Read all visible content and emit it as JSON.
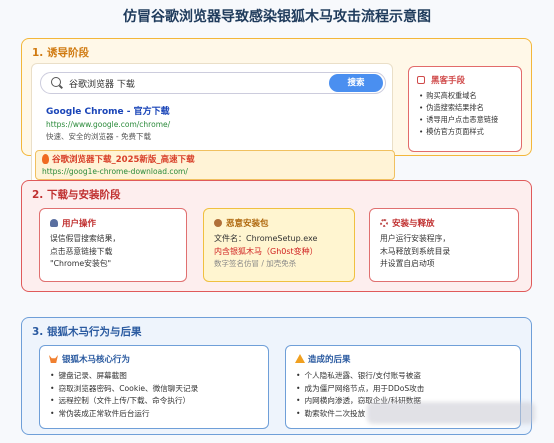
{
  "title": "仿冒谷歌浏览器导致感染银狐木马攻击流程示意图",
  "stage1": {
    "title": "1. 诱导阶段",
    "search": {
      "query": "谷歌浏览器 下载",
      "button": "搜索"
    },
    "result": {
      "title": "Google Chrome - 官方下载",
      "url": "https://www.google.com/chrome/",
      "desc": "快速、安全的浏览器 - 免费下载"
    },
    "ad": {
      "title": "谷歌浏览器下载_2025新版_高速下载",
      "url": "https://goog1e-chrome-download.com/"
    },
    "hacker": {
      "title": "黑客手段",
      "items": [
        "购买高权重域名",
        "伪造搜索结果排名",
        "诱导用户点击恶意链接",
        "模仿官方页面样式"
      ]
    }
  },
  "stage2": {
    "title": "2. 下载与安装阶段",
    "user": {
      "title": "用户操作",
      "lines": [
        "误信假冒搜索结果，",
        "点击恶意链接下载",
        "\"Chrome安装包\""
      ]
    },
    "malware": {
      "title": "恶意安装包",
      "name": "文件名：ChromeSetup.exe",
      "trojan": "内含银狐木马（Gh0st变种）",
      "note": "数字签名仿冒 / 加壳免杀"
    },
    "install": {
      "title": "安装与释放",
      "lines": [
        "用户运行安装程序，",
        "木马释放到系统目录",
        "并设置自启动项"
      ]
    }
  },
  "stage3": {
    "title": "3. 银狐木马行为与后果",
    "behavior": {
      "title": "银狐木马核心行为",
      "items": [
        "键盘记录、屏幕截图",
        "窃取浏览器密码、Cookie、微信聊天记录",
        "远程控制（文件上传/下载、命令执行）",
        "常伪装成正常软件后台运行"
      ]
    },
    "consequence": {
      "title": "造成的后果",
      "items": [
        "个人隐私泄露、银行/支付账号被盗",
        "成为僵尸网络节点，用于DDoS攻击",
        "内网横向渗透，窃取企业/科研数据",
        "勒索软件二次投放"
      ]
    }
  },
  "colors": {
    "stage1": "#f3b73a",
    "stage2": "#e05a5a",
    "stage3": "#6f9fd8",
    "search_button": "#4a8ff0"
  },
  "icons": {
    "search": "search-icon",
    "fire": "fire-icon",
    "hacker": "hacker-icon",
    "user": "user-icon",
    "package": "package-icon",
    "gear": "gear-icon",
    "fox": "fox-icon",
    "warning": "warning-icon"
  }
}
